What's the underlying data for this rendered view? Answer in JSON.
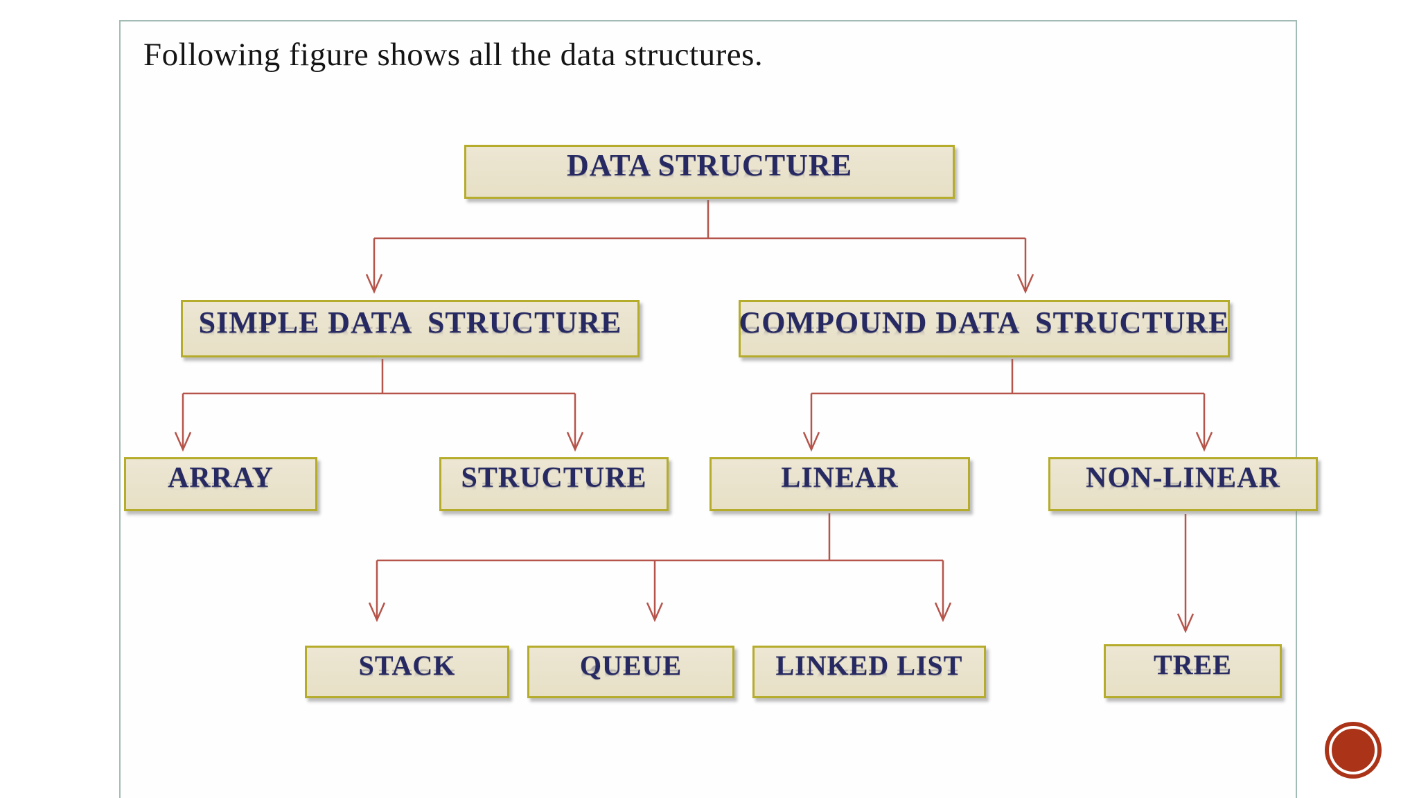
{
  "slide": {
    "title": "Following figure shows all the data structures."
  },
  "colors": {
    "box_fill": "#e9e2ca",
    "box_border": "#b6ac2c",
    "node_text": "#272a62",
    "arrow": "#b5544a",
    "frame": "#a2bcb5",
    "decoration_circle": "#ab3317",
    "title_text": "#141414"
  },
  "diagram": {
    "nodes": {
      "root": {
        "label": "DATA STRUCTURE"
      },
      "simple": {
        "label": "SIMPLE DATA  STRUCTURE"
      },
      "compound": {
        "label": "COMPOUND DATA  STRUCTURE"
      },
      "array": {
        "label": "ARRAY"
      },
      "structure": {
        "label": "STRUCTURE"
      },
      "linear": {
        "label": "LINEAR"
      },
      "nonlinear": {
        "label": "NON-LINEAR"
      },
      "stack": {
        "label": "STACK"
      },
      "queue": {
        "label": "QUEUE"
      },
      "linked_list": {
        "label": "LINKED LIST"
      },
      "tree": {
        "label": "TREE"
      }
    },
    "hierarchy": [
      {
        "parent": "DATA STRUCTURE",
        "children": [
          "SIMPLE DATA STRUCTURE",
          "COMPOUND DATA STRUCTURE"
        ]
      },
      {
        "parent": "SIMPLE DATA STRUCTURE",
        "children": [
          "ARRAY",
          "STRUCTURE"
        ]
      },
      {
        "parent": "COMPOUND DATA STRUCTURE",
        "children": [
          "LINEAR",
          "NON-LINEAR"
        ]
      },
      {
        "parent": "LINEAR",
        "children": [
          "STACK",
          "QUEUE",
          "LINKED LIST"
        ]
      },
      {
        "parent": "NON-LINEAR",
        "children": [
          "TREE"
        ]
      }
    ]
  }
}
